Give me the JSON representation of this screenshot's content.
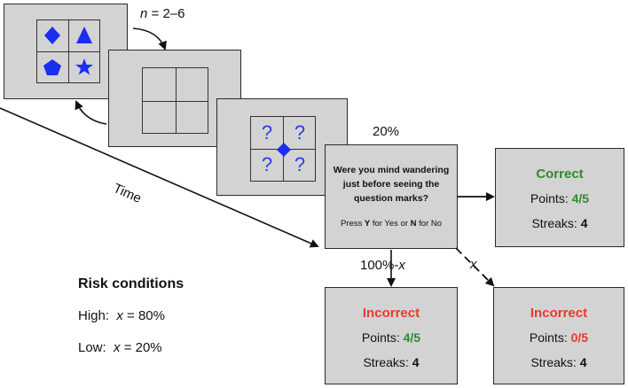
{
  "labels": {
    "n_var": "n",
    "n_range": " = 2–6",
    "percent_question": "20%",
    "time": "Time",
    "branch_left": "100%-",
    "branch_left_var": "x",
    "branch_right_var": "x"
  },
  "question": {
    "line1": "Were you mind wandering",
    "line2": "just before seeing the",
    "line3": "question marks?",
    "press": "Press ",
    "key_y": "Y",
    "for_yes": " for Yes or ",
    "key_n": "N",
    "for_no": " for No"
  },
  "question_marks": [
    "?",
    "?",
    "?",
    "?"
  ],
  "feedback": {
    "correct": {
      "title": "Correct",
      "points_label": "Points: ",
      "points_value": "4/5",
      "streaks_label": "Streaks: ",
      "streaks_value": "4"
    },
    "incorrect_left": {
      "title": "Incorrect",
      "points_label": "Points: ",
      "points_value": "4/5",
      "streaks_label": "Streaks: ",
      "streaks_value": "4"
    },
    "incorrect_right": {
      "title": "Incorrect",
      "points_label": "Points: ",
      "points_value": "0/5",
      "streaks_label": "Streaks: ",
      "streaks_value": "4"
    }
  },
  "risk": {
    "title": "Risk conditions",
    "high_label": "High:",
    "high_var": "x",
    "high_value": " = 80%",
    "low_label": "Low:",
    "low_var": "x",
    "low_value": " = 20%"
  },
  "colors": {
    "shape": "#1a2ef0",
    "panel": "#d3d3d3",
    "correct": "#2e8b2e",
    "incorrect": "#e83a2a"
  },
  "icons": [
    "diamond-icon",
    "triangle-icon",
    "pentagon-icon",
    "star-icon"
  ]
}
